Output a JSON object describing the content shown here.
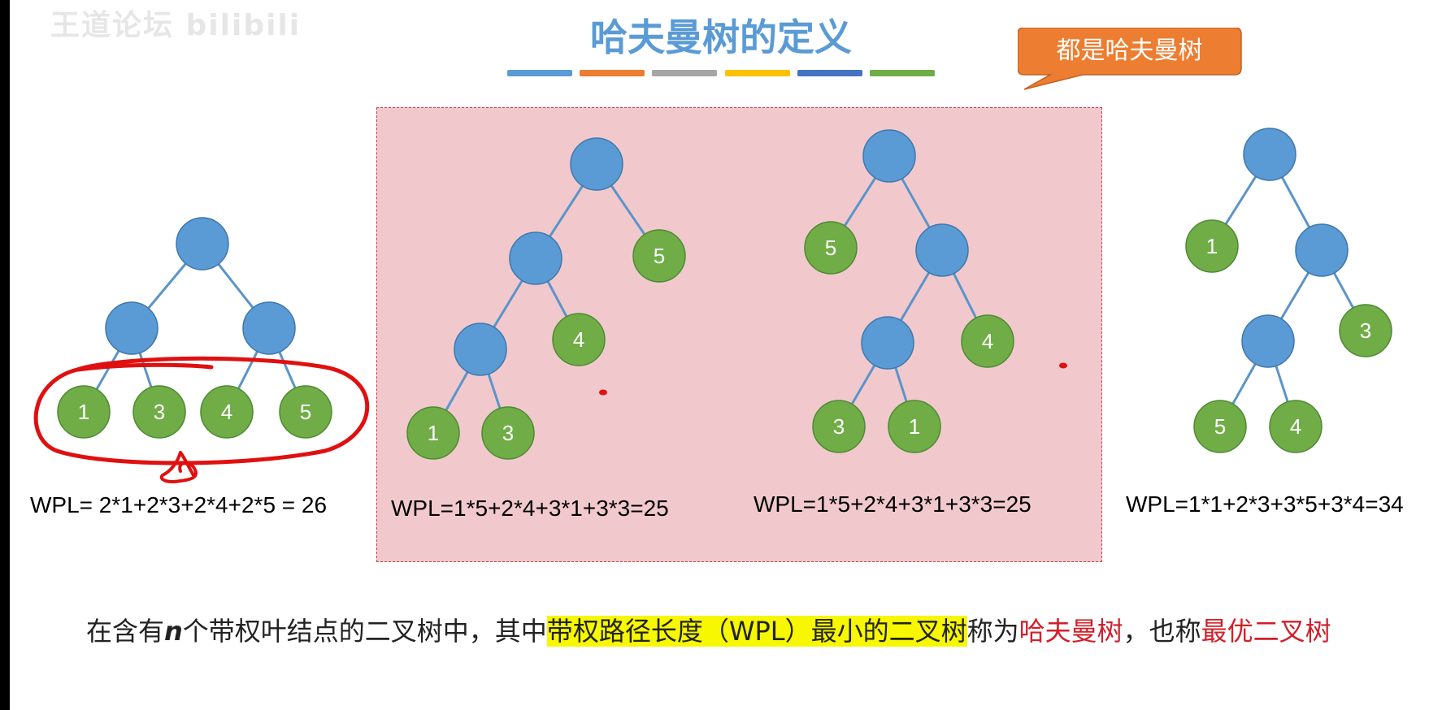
{
  "watermark": "王道论坛 bilibili",
  "title": "哈夫曼树的定义",
  "title_bar_colors": [
    "#5a9bd5",
    "#ed7d31",
    "#a5a5a5",
    "#ffc000",
    "#4472c4",
    "#70ad47"
  ],
  "callout": {
    "text": "都是哈夫曼树",
    "color": "#ed7d31"
  },
  "colors": {
    "internal_node": "#5a9bd5",
    "leaf_node": "#70ad47",
    "edge": "#5b94c9",
    "panel": "#f1c9cd",
    "annotation": "#e01010"
  },
  "trees": [
    {
      "id": "tree-1",
      "leaves": [
        "1",
        "3",
        "4",
        "5"
      ],
      "wpl": "WPL= 2*1+2*3+2*4+2*5 = 26"
    },
    {
      "id": "tree-2",
      "leaves": [
        "5",
        "4",
        "1",
        "3"
      ],
      "wpl": "WPL=1*5+2*4+3*1+3*3=25"
    },
    {
      "id": "tree-3",
      "leaves": [
        "5",
        "4",
        "3",
        "1"
      ],
      "wpl": "WPL=1*5+2*4+3*1+3*3=25"
    },
    {
      "id": "tree-4",
      "leaves": [
        "1",
        "3",
        "5",
        "4"
      ],
      "wpl": "WPL=1*1+2*3+3*5+3*4=34"
    }
  ],
  "definition": {
    "part1": "在含有",
    "n": "n",
    "part2": "个带权叶结点的二叉树中，其中",
    "highlight": "带权路径长度（WPL）最小的二叉树",
    "part3": "称为",
    "red1": "哈夫曼树",
    "part4": "，也称",
    "red2": "最优二叉树"
  }
}
